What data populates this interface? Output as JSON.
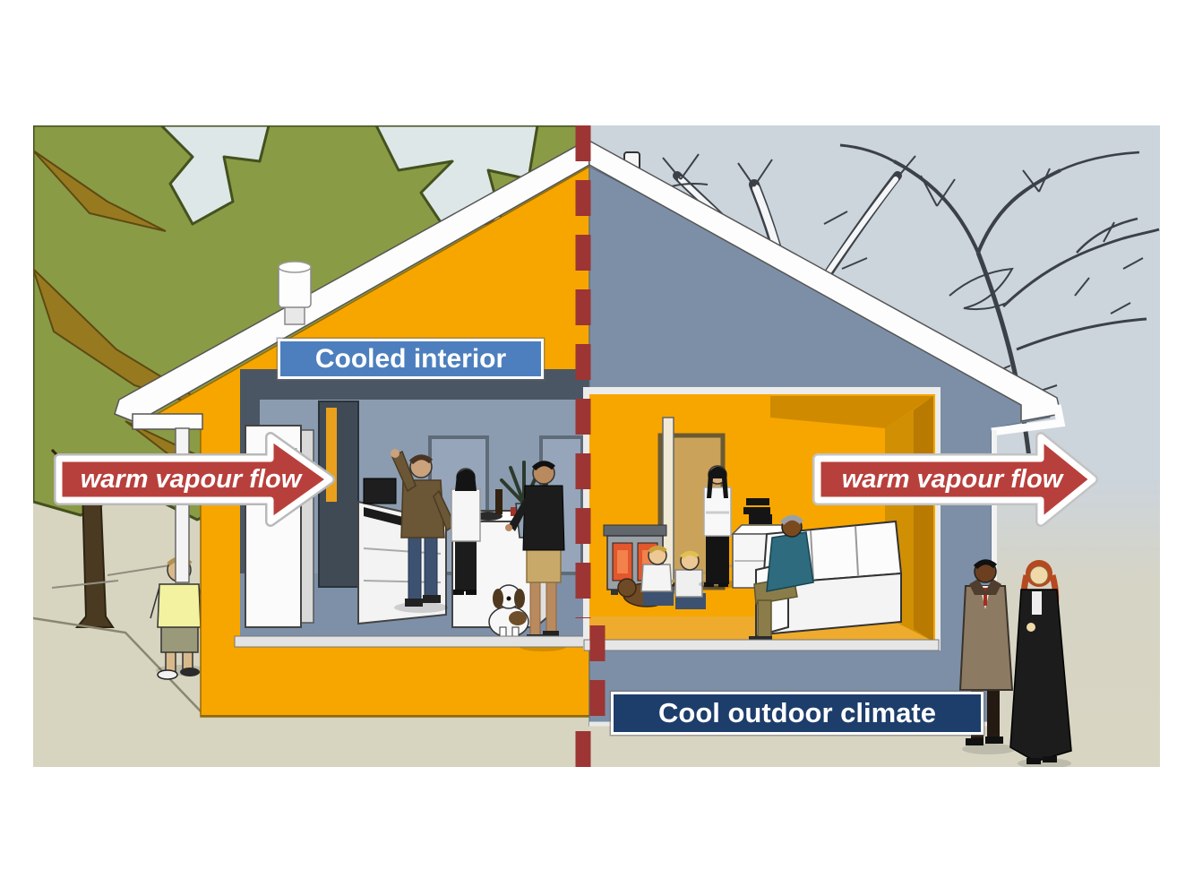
{
  "diagram": {
    "left_region": {
      "label": "Cooled interior",
      "arrow_text": "warm vapour flow"
    },
    "right_region": {
      "label": "Cool outdoor climate",
      "arrow_text": "warm vapour flow"
    },
    "colors": {
      "warm_wall_orange": "#F7A600",
      "warm_wall_dark": "#D18A00",
      "cool_interior_wall": "#8B9CB1",
      "roof_blue_gray": "#7D8FA6",
      "arrow_red": "#B8403C",
      "divider_red": "#9C3534",
      "label_blue_bg": "#4D7FBE",
      "label_navy_bg": "#1D3D6B",
      "foliage_green": "#8A9B45",
      "branch_brown": "#97791F",
      "ground_beige": "#D7D4C0",
      "sky_summer": "#DDE7E7",
      "sky_winter": "#CCD4DC"
    }
  }
}
